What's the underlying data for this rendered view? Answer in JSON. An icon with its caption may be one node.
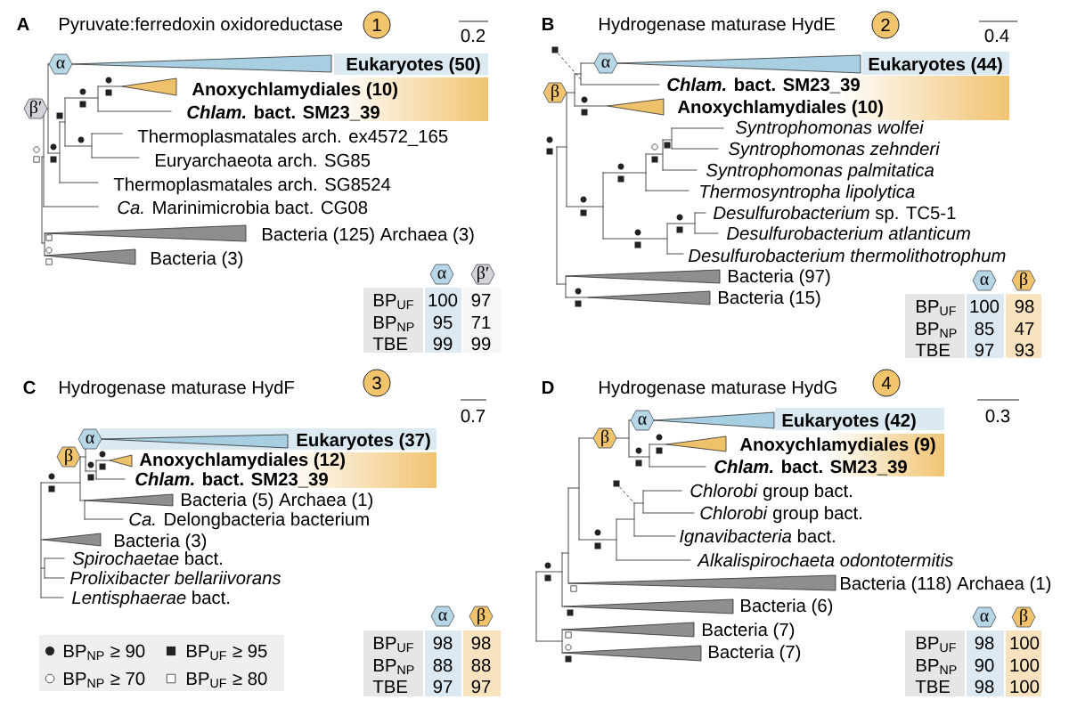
{
  "diagram": {
    "nodes": [
      {
        "text": [
          "1"
        ]
      },
      {
        "text": [
          "α"
        ]
      },
      {
        "text": [],
        "shape": "triangle"
      },
      {
        "text": [
          "Eukaryotes (50)"
        ]
      },
      {
        "text": [],
        "shape": "triangle"
      },
      {
        "text": [
          "Anoxychlamydiales (10)",
          "*Chlam.* bact. SM23_39"
        ]
      },
      {
        "text": [
          "β′"
        ]
      },
      {
        "text": [],
        "shape": "triangle",
        "beside": [
          "Bacteria (125) Archaea (3)"
        ]
      },
      {
        "text": [],
        "shape": "triangle",
        "beside": [
          "Bacteria (3)"
        ]
      },
      {
        "text": [
          "α"
        ]
      },
      {
        "text": [
          "β′"
        ]
      },
      {
        "text": [
          "2"
        ]
      },
      {
        "text": [],
        "shape": "square"
      },
      {
        "text": [
          "α"
        ]
      },
      {
        "text": [],
        "shape": "triangle"
      },
      {
        "text": [
          "Eukaryotes (44)"
        ]
      },
      {
        "text": [
          "*Chlam.* bact. SM23_39",
          "Anoxychlamydiales (10)"
        ]
      },
      {
        "text": [
          "β"
        ]
      },
      {
        "text": [],
        "shape": "triangle"
      },
      {
        "text": [],
        "shape": "triangle",
        "beside": [
          "Bacteria (97)"
        ]
      },
      {
        "text": [],
        "shape": "triangle",
        "beside": [
          "Bacteria (15)"
        ]
      },
      {
        "text": [
          "α"
        ]
      },
      {
        "text": [
          "β"
        ]
      },
      {
        "text": [
          "3"
        ]
      },
      {
        "text": [
          "Eukaryotes (37)"
        ]
      },
      {
        "text": [
          "α"
        ]
      },
      {
        "text": [],
        "shape": "triangle",
        "in": 24
      },
      {
        "text": [
          "Anoxychlamydiales (12)",
          "*Chlam.* bact. SM23_39"
        ]
      },
      {
        "text": [
          "β"
        ]
      },
      {
        "text": [],
        "shape": "triangle"
      },
      {
        "text": [],
        "shape": "triangle",
        "beside": [
          "Bacteria (5) Archaea (1)"
        ]
      },
      {
        "text": [],
        "shape": "triangle",
        "beside": [
          "Bacteria (3)"
        ]
      },
      {
        "text": [
          "α"
        ]
      },
      {
        "text": [
          "β"
        ]
      },
      {
        "text": [
          "4"
        ]
      },
      {
        "text": [
          "α"
        ]
      },
      {
        "text": [],
        "shape": "triangle"
      },
      {
        "text": [
          "Eukaryotes (42)"
        ]
      },
      {
        "text": [
          "β"
        ]
      },
      {
        "text": [],
        "shape": "triangle"
      },
      {
        "text": [
          "Anoxychlamydiales (9)",
          "*Chlam.* bact. SM23_39"
        ]
      },
      {
        "text": [],
        "shape": "square"
      },
      {
        "text": [],
        "shape": "triangle",
        "beside": [
          "Bacteria (118) Archaea (1)"
        ]
      },
      {
        "text": [],
        "shape": "triangle",
        "beside": [
          "Bacteria (6)"
        ]
      },
      {
        "text": [],
        "shape": "triangle",
        "beside": [
          "Bacteria (7)"
        ]
      },
      {
        "text": [],
        "shape": "triangle",
        "beside": [
          "Bacteria (7)"
        ]
      },
      {
        "text": [
          "α"
        ]
      },
      {
        "text": [
          "β"
        ]
      }
    ],
    "edges": [
      {
        "from": 12,
        "to": null,
        "arrow": "none",
        "style": "dashed"
      },
      {
        "from": 41,
        "to": null,
        "arrow": "none",
        "style": "dashed"
      }
    ],
    "labels": [
      "A",
      "Pyruvate:ferredoxin oxidoreductase",
      "0.2",
      "Thermoplasmatales arch. ex4572_165",
      "Euryarchaeota arch. SG85",
      "Thermoplasmatales arch. SG8524",
      "*Ca.* Marinimicrobia bact. CG08",
      "BP$_{UF}$",
      "100",
      "97",
      "BP$_{NP}$",
      "95",
      "71",
      "TBE",
      "99",
      "99",
      "B",
      "Hydrogenase maturase HydE",
      "0.4",
      "Syntrophomonas wolfei",
      "Syntrophomonas zehnderi",
      "Syntrophomonas palmitatica",
      "Thermosyntropha lipolytica",
      "*Desulfurobacterium* sp. TC5-1",
      "Desulfurobacterium atlanticum",
      "Desulfurobacterium thermolithotrophum",
      "BP$_{UF}$",
      "100",
      "98",
      "BP$_{NP}$",
      "85",
      "47",
      "TBE",
      "97",
      "93",
      "C",
      "Hydrogenase maturase HydF",
      "0.7",
      "*Ca.* Delongbacteria bacterium",
      "*Spirochaetae* bact.",
      "Prolixibacter bellariivorans",
      "*Lentisphaerae* bact.",
      "BP$_{UF}$",
      "98",
      "98",
      "BP$_{NP}$",
      "88",
      "88",
      "TBE",
      "97",
      "97",
      "D",
      "Hydrogenase maturase HydG",
      "0.3",
      "*Chlorobi* group bact.",
      "*Chlorobi* group bact.",
      "*Ignavibacteria* bact.",
      "Alkalispirochaeta odontotermitis",
      "BP$_{UF}$",
      "98",
      "100",
      "BP$_{NP}$",
      "90",
      "100",
      "TBE",
      "98",
      "100"
    ],
    "legend": [
      {
        "text": "BP$_{NP}$ ≥ 90"
      },
      {
        "text": "BP$_{UF}$ ≥ 95"
      },
      {
        "text": "BP$_{NP}$ ≥ 70"
      },
      {
        "text": "BP$_{UF}$ ≥ 80"
      }
    ]
  }
}
